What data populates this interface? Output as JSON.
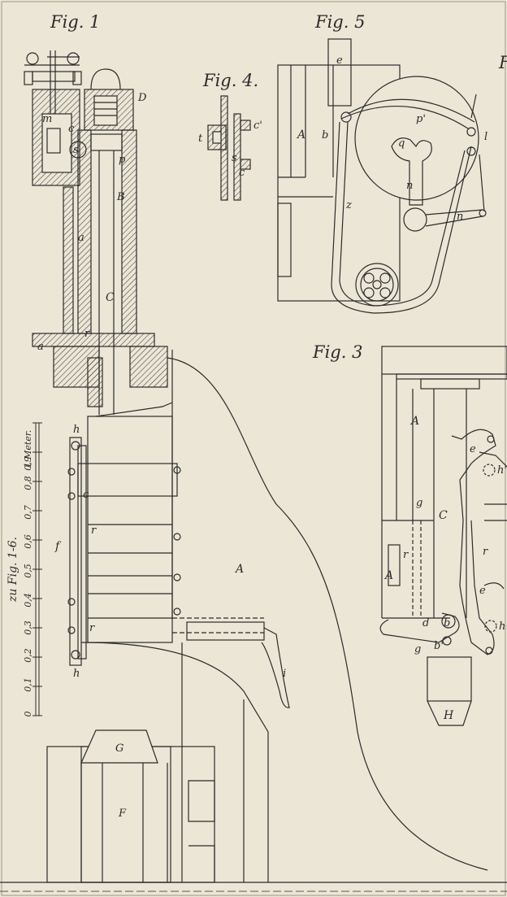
{
  "figures": {
    "fig1": "Fig. 1",
    "fig3": "Fig. 3",
    "fig4": "Fig. 4.",
    "fig5": "Fig. 5",
    "fig_edge": "F"
  },
  "scale": {
    "caption": "zu Fig. 1-6.",
    "unit": "1 Meter.",
    "ticks": [
      "0",
      "0,1",
      "0,2",
      "0,3",
      "0,4",
      "0,5",
      "0,6",
      "0,7",
      "0,8",
      "0,9"
    ]
  },
  "labels": {
    "fig1": [
      "m",
      "c",
      "s",
      "D",
      "p",
      "B",
      "a",
      "C",
      "r",
      "a",
      "h",
      "c",
      "r",
      "f",
      "A",
      "r",
      "h",
      "i",
      "G",
      "F"
    ],
    "fig4": [
      "t",
      "c'",
      "s",
      "c"
    ],
    "fig5": [
      "e",
      "p'",
      "A",
      "b",
      "q",
      "l",
      "n",
      "z",
      "n"
    ],
    "fig3": [
      "A",
      "e",
      "h'",
      "g",
      "C",
      "r",
      "r",
      "A",
      "e",
      "d",
      "b",
      "b'",
      "g",
      "h",
      "H"
    ]
  },
  "colors": {
    "paper": "#ebe6d6",
    "ink": "#2b2b2b"
  }
}
